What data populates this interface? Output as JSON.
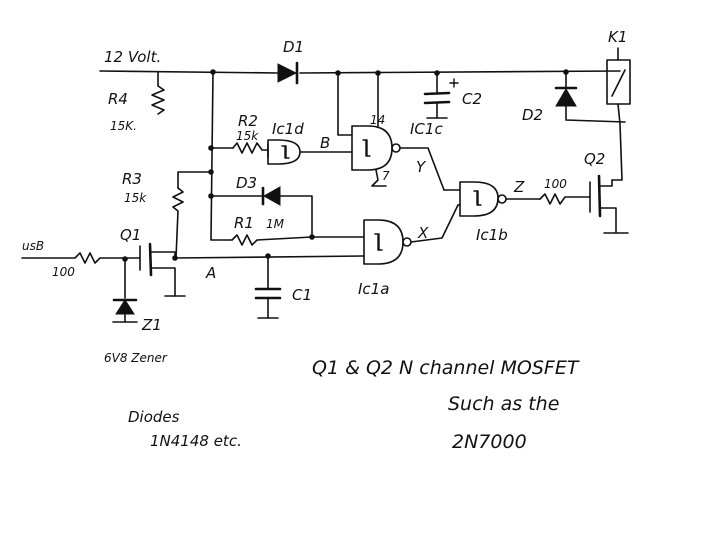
{
  "labels": {
    "supply": "12 Volt.",
    "d1": "D1",
    "k1": "K1",
    "r4": "R4",
    "r4_val": "15K.",
    "r2": "R2",
    "r2_val": "15k",
    "ic1d": "Ic1d",
    "b": "B",
    "pin14": "14",
    "pin7": "7",
    "ic1c": "IC1c",
    "c2": "C2",
    "d2": "D2",
    "r3": "R3",
    "r3_val": "15k",
    "d3": "D3",
    "y": "Y",
    "q2": "Q2",
    "z": "Z",
    "r_z_val": "100",
    "r1": "R1",
    "r1_val": "1M",
    "ic1b": "Ic1b",
    "usb": "usB",
    "r_usb_val": "100",
    "q1": "Q1",
    "a": "A",
    "x": "X",
    "c1": "C1",
    "ic1a": "Ic1a",
    "z1": "Z1",
    "zener": "6V8 Zener"
  },
  "notes": {
    "mosfet": "Q1 & Q2  N channel MOSFET",
    "such_as": "Such as the",
    "part": "2N7000",
    "diodes": "Diodes",
    "diode_part": "1N4148 etc."
  }
}
